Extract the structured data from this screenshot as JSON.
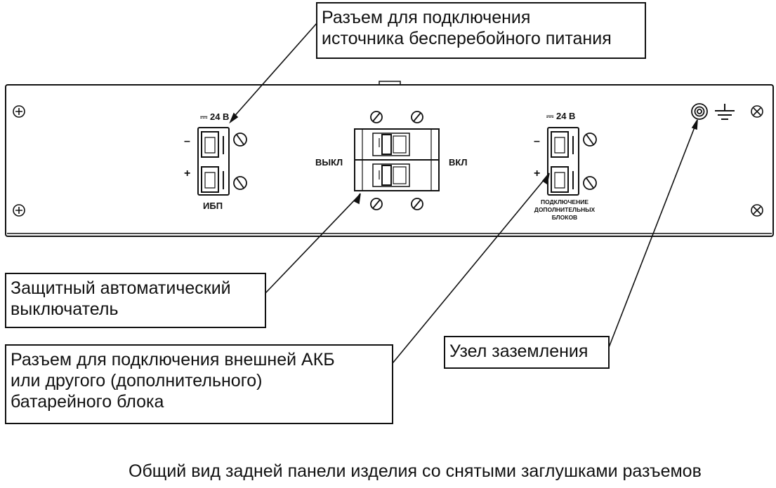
{
  "panel_labels": {
    "ups_voltage": "⎓ 24 В",
    "ups_name": "ИБП",
    "ext_voltage": "⎓ 24 В",
    "ext_name_line1": "ПОДКЛЮЧЕНИЕ",
    "ext_name_line2": "ДОПОЛНИТЕЛЬНЫХ",
    "ext_name_line3": "БЛОКОВ",
    "minus": "–",
    "plus": "+",
    "breaker_off": "ВЫКЛ",
    "breaker_on": "ВКЛ"
  },
  "callouts": {
    "ups_connector": [
      "Разъем для подключения",
      "источника бесперебойного питания"
    ],
    "breaker": [
      "Защитный автоматический",
      "выключатель"
    ],
    "external_battery": [
      "Разъем для подключения внешней АКБ",
      "или другого (дополнительного)",
      "батарейного блока"
    ],
    "grounding": [
      "Узел заземления"
    ]
  },
  "caption": "Общий вид задней панели изделия со снятыми заглушками разъемов",
  "colors": {
    "line": "#111111",
    "background": "#ffffff"
  }
}
